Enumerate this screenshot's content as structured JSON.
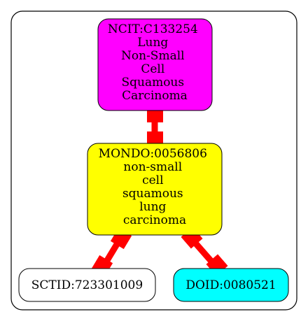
{
  "nodes": {
    "ncit": {
      "lines": [
        "NCIT:C133254",
        "Lung",
        "Non-Small",
        "Cell",
        "Squamous",
        "Carcinoma"
      ],
      "fill": "#ff00ff"
    },
    "mondo": {
      "lines": [
        "MONDO:0056806",
        "non-small",
        "cell",
        "squamous",
        "lung",
        "carcinoma"
      ],
      "fill": "#ffff00"
    },
    "sctid": {
      "lines": [
        "SCTID:723301009"
      ],
      "fill": "#ffffff"
    },
    "doid": {
      "lines": [
        "DOID:0080521"
      ],
      "fill": "#00ffff"
    }
  },
  "edge_color": "#ff0000"
}
